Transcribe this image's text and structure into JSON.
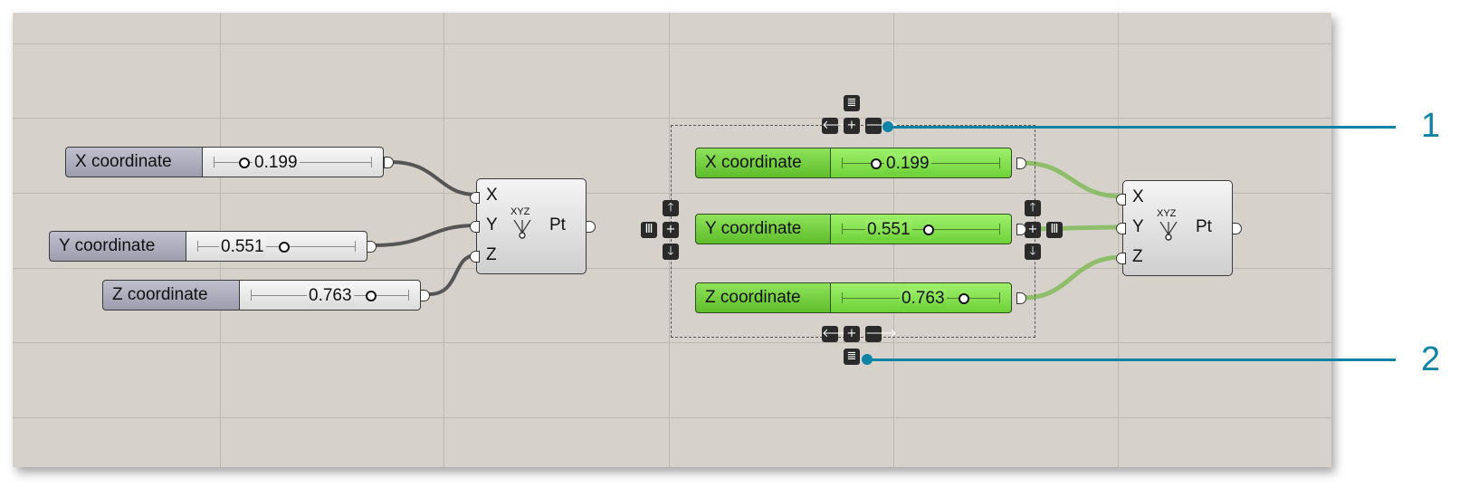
{
  "left_group": {
    "sliders": [
      {
        "label": "X coordinate",
        "value": "0.199",
        "fraction": 0.199
      },
      {
        "label": "Y coordinate",
        "value": "0.551",
        "fraction": 0.551
      },
      {
        "label": "Z coordinate",
        "value": "0.763",
        "fraction": 0.763
      }
    ],
    "component": {
      "inputs": [
        "X",
        "Y",
        "Z"
      ],
      "output": "Pt",
      "icon_text": "XYZ"
    }
  },
  "right_group": {
    "sliders": [
      {
        "label": "X coordinate",
        "value": "0.199",
        "fraction": 0.199
      },
      {
        "label": "Y coordinate",
        "value": "0.551",
        "fraction": 0.551
      },
      {
        "label": "Z coordinate",
        "value": "0.763",
        "fraction": 0.763
      }
    ],
    "component": {
      "inputs": [
        "X",
        "Y",
        "Z"
      ],
      "output": "Pt",
      "icon_text": "XYZ"
    }
  },
  "controls": {
    "left_arrow": "🡐",
    "right_arrow": "🡒",
    "up_arrow": "🡑",
    "down_arrow": "🡓",
    "plus": "+",
    "list": "≣",
    "bars": "Ⅲ"
  },
  "callouts": [
    "1",
    "2"
  ],
  "colors": {
    "canvas": "#d6d2cb",
    "selected_green": "#6fd23a",
    "callout": "#0e83a6"
  }
}
